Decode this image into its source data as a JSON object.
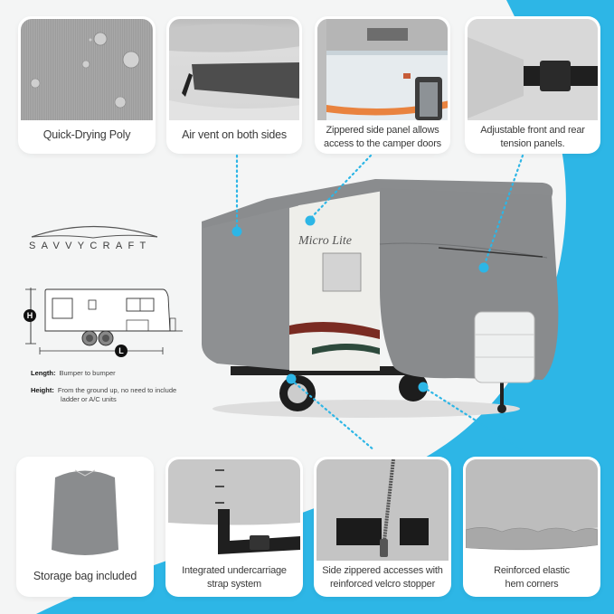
{
  "brand": {
    "name": "SAVVYCRAFT"
  },
  "colors": {
    "accent": "#2db6e6",
    "background": "#f4f5f5",
    "cover_gray": "#8a8c8e",
    "text": "#3a3a3a"
  },
  "top_features": [
    {
      "caption": "Quick-Drying Poly",
      "image": "water-droplets-on-fabric"
    },
    {
      "caption": "Air vent on both sides",
      "image": "air-vent-closeup"
    },
    {
      "caption": "Zippered side panel allows access to the camper doors",
      "line1": "Zippered side panel allows",
      "line2": "access to the camper doors",
      "image": "zippered-side-panel"
    },
    {
      "caption": "Adjustable front and rear tension panels.",
      "line1": "Adjustable front and rear",
      "line2": "tension panels.",
      "image": "buckle-strap"
    }
  ],
  "bottom_features": [
    {
      "caption": "Storage bag included",
      "image": "storage-bag"
    },
    {
      "caption": "Integrated undercarriage strap system",
      "line1": "Integrated undercarriage",
      "line2": "strap system",
      "image": "undercarriage-strap"
    },
    {
      "caption": "Side zippered accesses with reinforced velcro stopper",
      "line1": "Side zippered accesses with",
      "line2": "reinforced velcro stopper",
      "image": "zipper-velcro"
    },
    {
      "caption": "Reinforced elastic hem corners",
      "line1": "Reinforced elastic",
      "line2": "hem corners",
      "image": "elastic-hem"
    }
  ],
  "measurement_guide": {
    "height_marker": "H",
    "length_marker": "L",
    "length_label": "Length:",
    "length_text": "Bumper to bumper",
    "height_label": "Height:",
    "height_text_line1": "From the ground up, no need to include",
    "height_text_line2": "ladder or A/C units"
  },
  "main_image": {
    "subject": "covered-travel-trailer",
    "trailer_script": "Micro Lite"
  }
}
